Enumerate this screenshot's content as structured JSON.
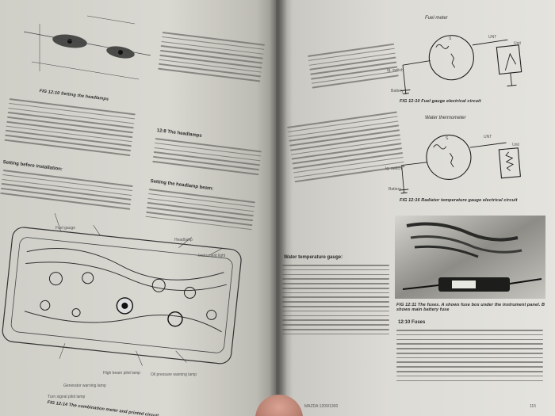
{
  "left_page": {
    "fig_12_10_caption": "FIG 12:10  Setting the headlamps",
    "fig_12_14_caption": "FIG 12:14  The combination meter and printed circuit",
    "headings": {
      "fitting_before_installation": "Setting before installation:",
      "the_headlamps": "12:8  The headlamps",
      "setting_headlamp_beam": "Setting the headlamp beam:"
    },
    "meter_labels": {
      "label_a": "Fuel gauge",
      "label_b": "Headlamp",
      "label_c": "High beam pilot lamp",
      "label_d": "Generator warning lamp",
      "label_e": "Oil pressure warning lamp",
      "label_f": "Turn signal pilot lamp",
      "label_g": "Instrument light"
    }
  },
  "right_page": {
    "fuel_meter_title": "Fuel meter",
    "water_thermometer_title": "Water thermometer",
    "fig_12_10_caption": "FIG 12:10  Fuel gauge electrical circuit",
    "fig_12_16_caption": "FIG 12:16  Radiator temperature gauge electrical circuit",
    "fig_12_11_caption": "FIG 12:11  The fuses. A shows fuse box under the instrument panel. B shows main battery fuse",
    "fuses_heading": "12:10  Fuses",
    "water_gauge_heading": "Water temperature gauge:",
    "schematic_labels": {
      "unt": "UNT",
      "unit": "Unit",
      "ig_switch": "Ig. switch",
      "battery": "Battery",
      "s": "S"
    },
    "footer": "MAZDA 1200/1300",
    "page_number": "115"
  }
}
